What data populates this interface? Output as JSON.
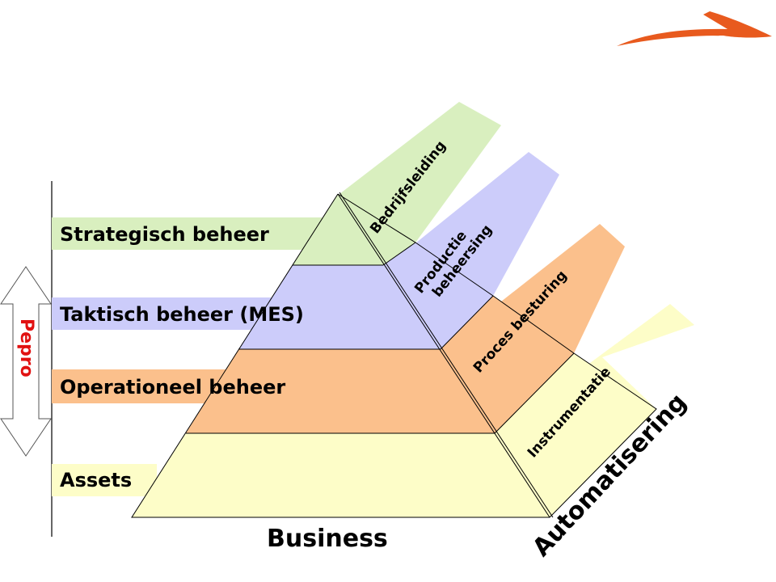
{
  "layers": [
    {
      "label": "Strategisch beheer",
      "color": "#d9efbf"
    },
    {
      "label": "Taktisch beheer (MES)",
      "color": "#ccccfa"
    },
    {
      "label": "Operationeel beheer",
      "color": "#fbc08c"
    },
    {
      "label": "Assets",
      "color": "#fdfdc8"
    }
  ],
  "side_labels": [
    {
      "lines": [
        "Bedrijfsleiding"
      ]
    },
    {
      "lines": [
        "Productie",
        "beheersing"
      ]
    },
    {
      "lines": [
        "Proces besturing"
      ]
    },
    {
      "lines": [
        "Instrumentatie"
      ]
    }
  ],
  "axis_left": {
    "label": "Pepro",
    "color": "#e11111"
  },
  "axis_bottom": {
    "label": "Business"
  },
  "axis_right": {
    "label": "Automatisering"
  },
  "logo": {
    "name": "swoosh-logo",
    "color": "#e85a1e"
  }
}
